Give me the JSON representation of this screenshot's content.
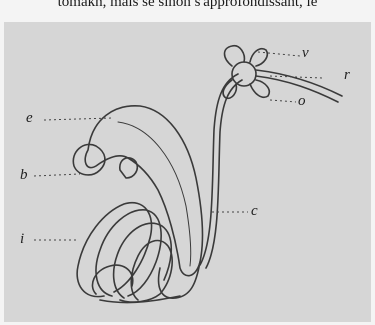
{
  "page": {
    "header_text": "tomakh, mais se sinon s'approfondissant, le"
  },
  "figure": {
    "labels": {
      "e": "e",
      "b": "b",
      "i": "i",
      "c": "c",
      "v": "v",
      "r": "r",
      "o": "o"
    }
  }
}
